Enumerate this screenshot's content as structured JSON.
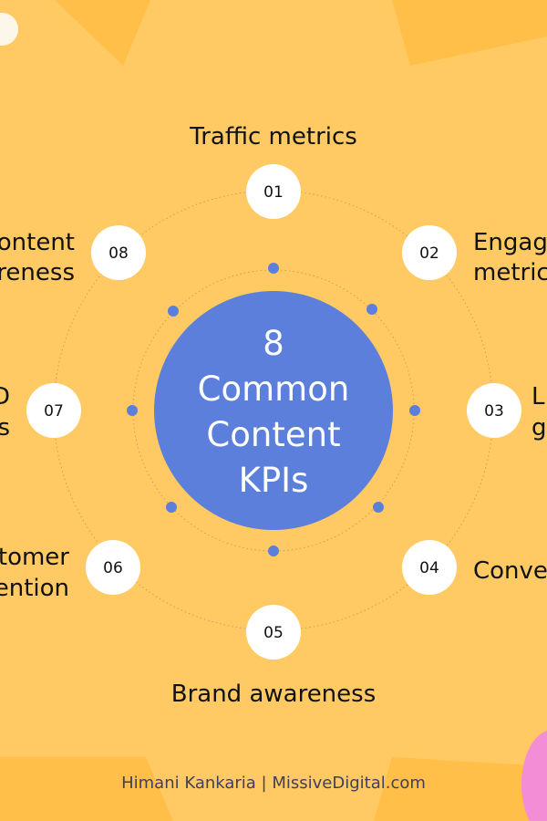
{
  "colors": {
    "background": "#FFCA63",
    "background_shape": "#FFBF48",
    "center_fill": "#5B7FDB",
    "node_fill": "#FFFFFF",
    "dot": "#5B7FDB",
    "ring_stroke": "#C9A15C",
    "label_text": "#111111",
    "credit_text": "#3F3F5A",
    "pink_blob": "#F38DD6"
  },
  "center": {
    "lines": [
      "8",
      "Common",
      "Content",
      "KPIs"
    ]
  },
  "nodes": [
    {
      "number": "01",
      "label": [
        "Traffic metrics"
      ]
    },
    {
      "number": "02",
      "label": [
        "Engag",
        "metric"
      ]
    },
    {
      "number": "03",
      "label": [
        "L",
        "g"
      ]
    },
    {
      "number": "04",
      "label": [
        "Conve"
      ]
    },
    {
      "number": "05",
      "label": [
        "Brand awareness"
      ]
    },
    {
      "number": "06",
      "label": [
        "tomer",
        "ention"
      ]
    },
    {
      "number": "07",
      "label": [
        "D",
        "s"
      ]
    },
    {
      "number": "08",
      "label": [
        "ontent",
        "reness"
      ]
    }
  ],
  "credit": "Himani Kankaria | MissiveDigital.com"
}
